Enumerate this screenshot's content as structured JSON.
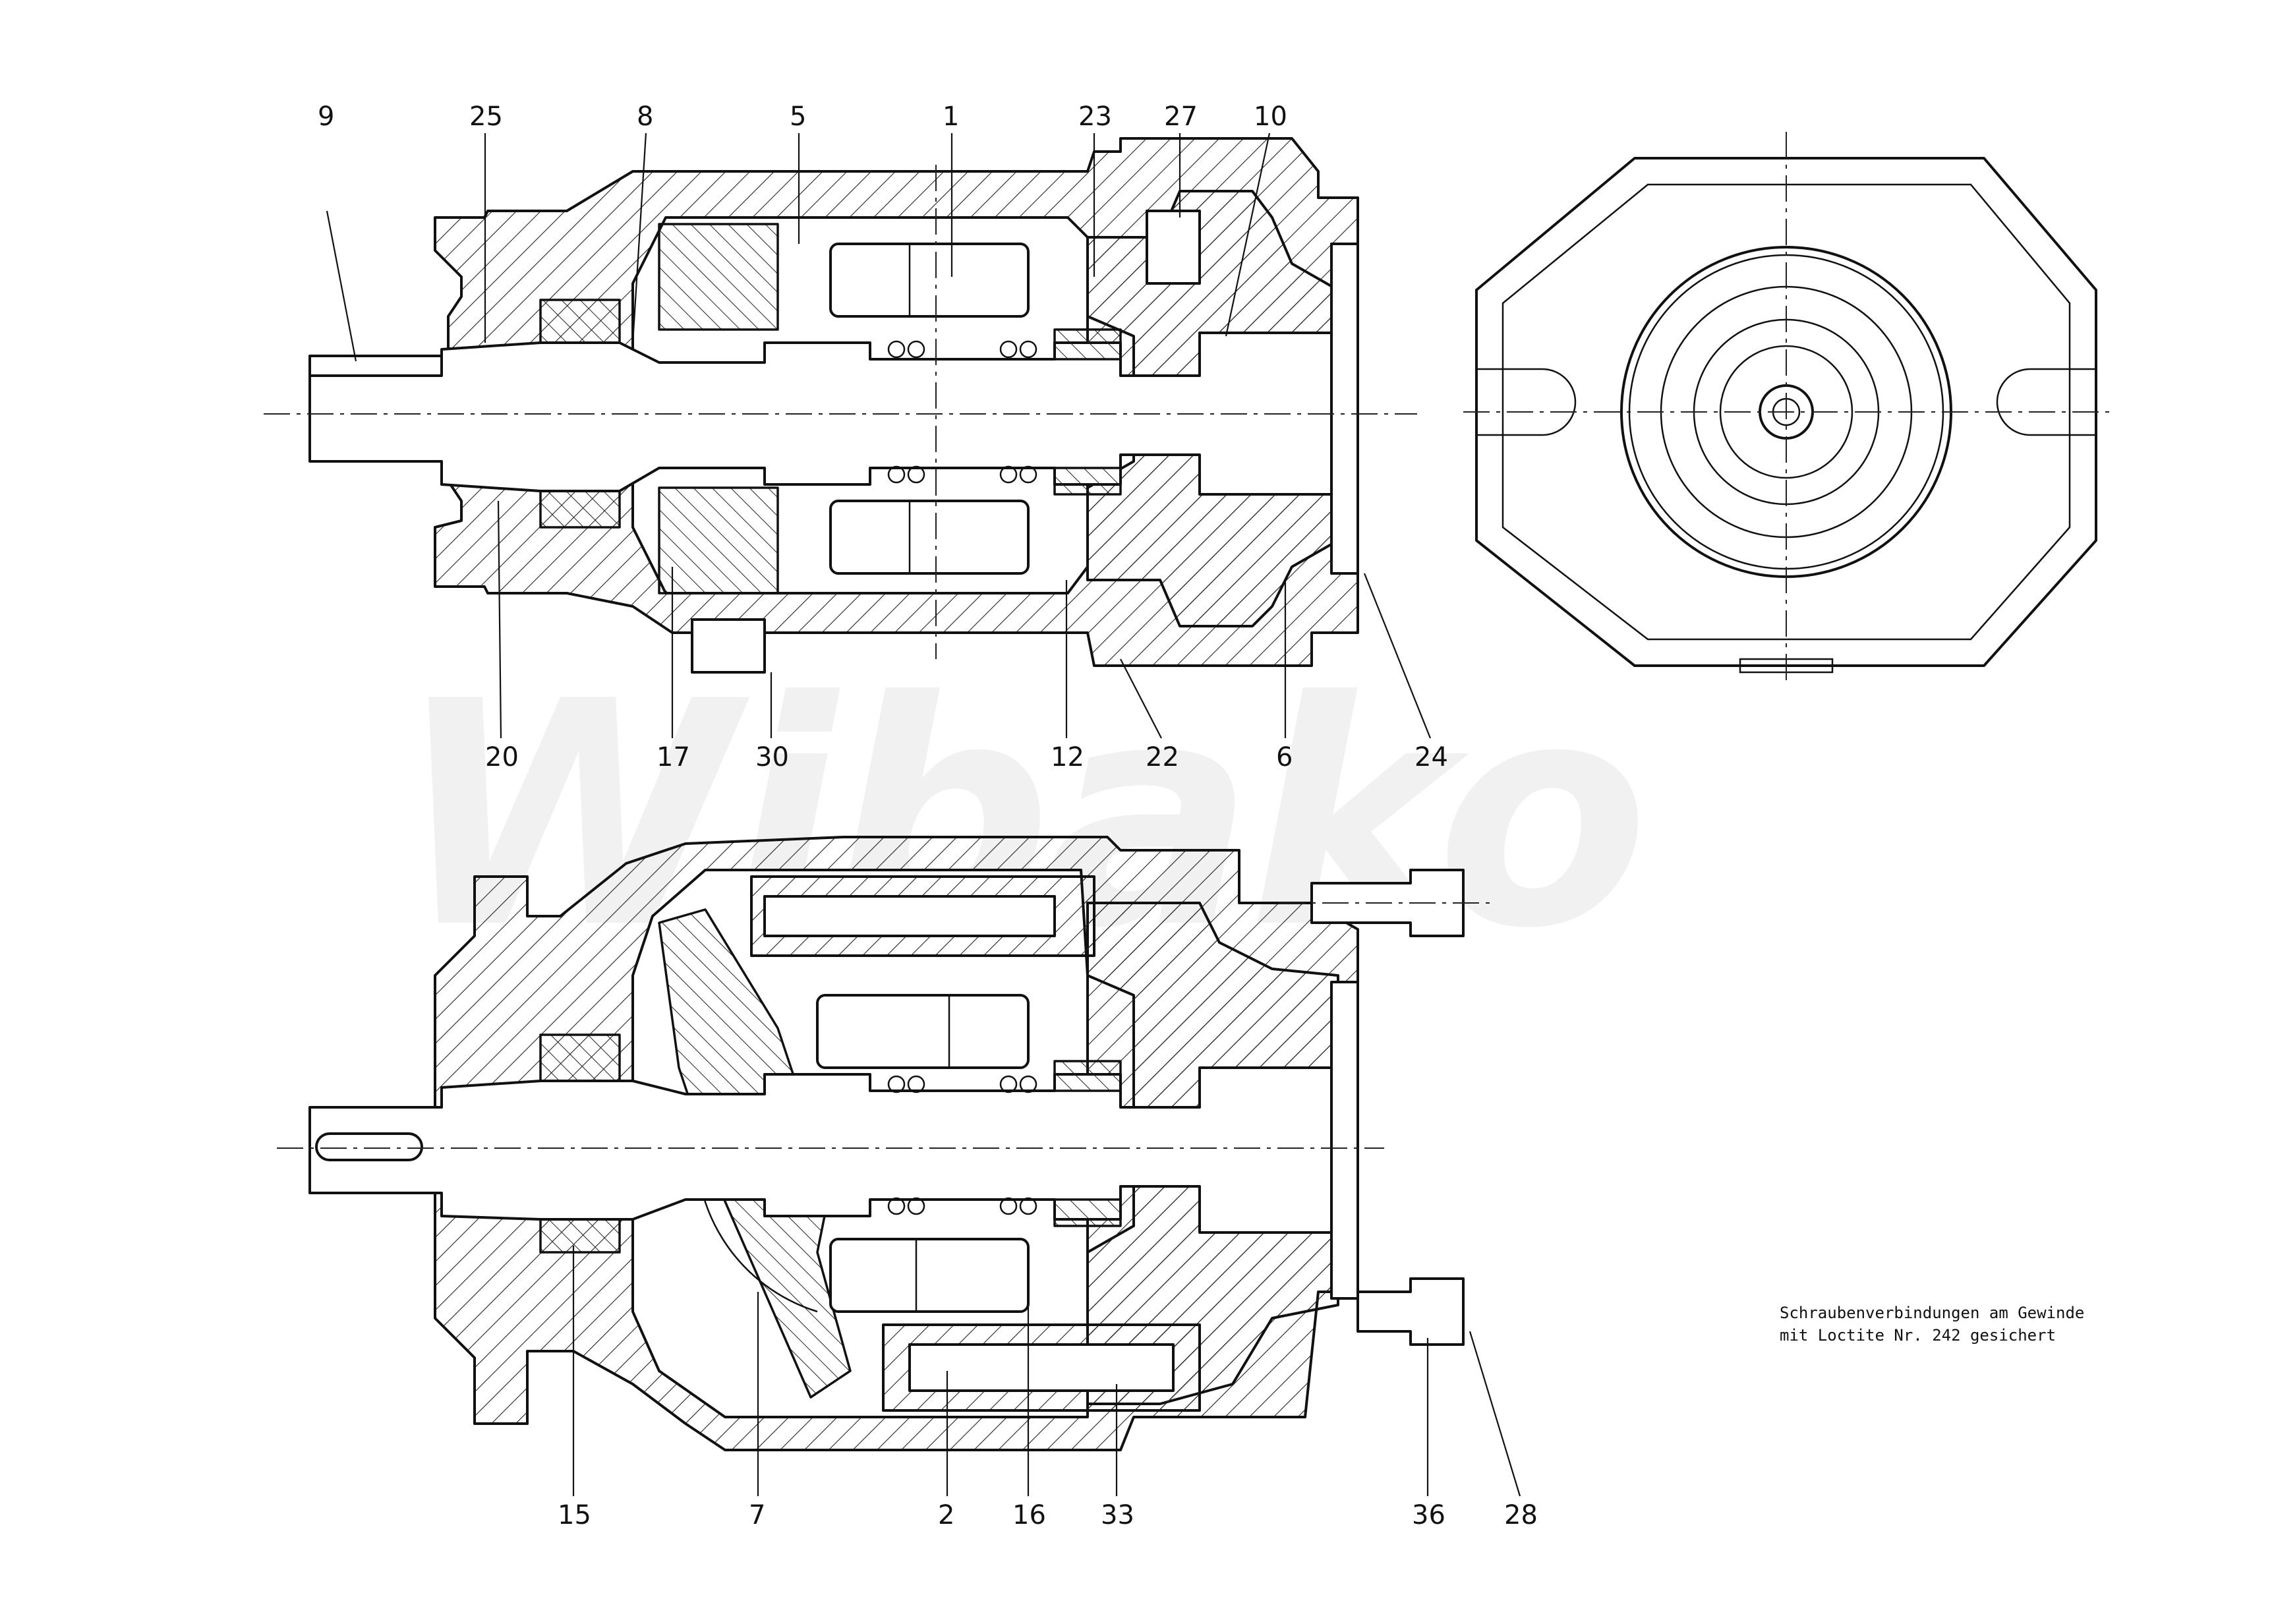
{
  "watermark": "Wibako",
  "note": {
    "line1": "Schraubenverbindungen am Gewinde",
    "line2": "mit Loctite Nr. 242 gesichert"
  },
  "callouts": {
    "c9": "9",
    "c25": "25",
    "c8": "8",
    "c5": "5",
    "c1": "1",
    "c23": "23",
    "c27": "27",
    "c10": "10",
    "c20": "20",
    "c17": "17",
    "c30": "30",
    "c12": "12",
    "c22": "22",
    "c6": "6",
    "c24": "24",
    "c15": "15",
    "c7": "7",
    "c2": "2",
    "c16": "16",
    "c33": "33",
    "c36": "36",
    "c28": "28"
  }
}
